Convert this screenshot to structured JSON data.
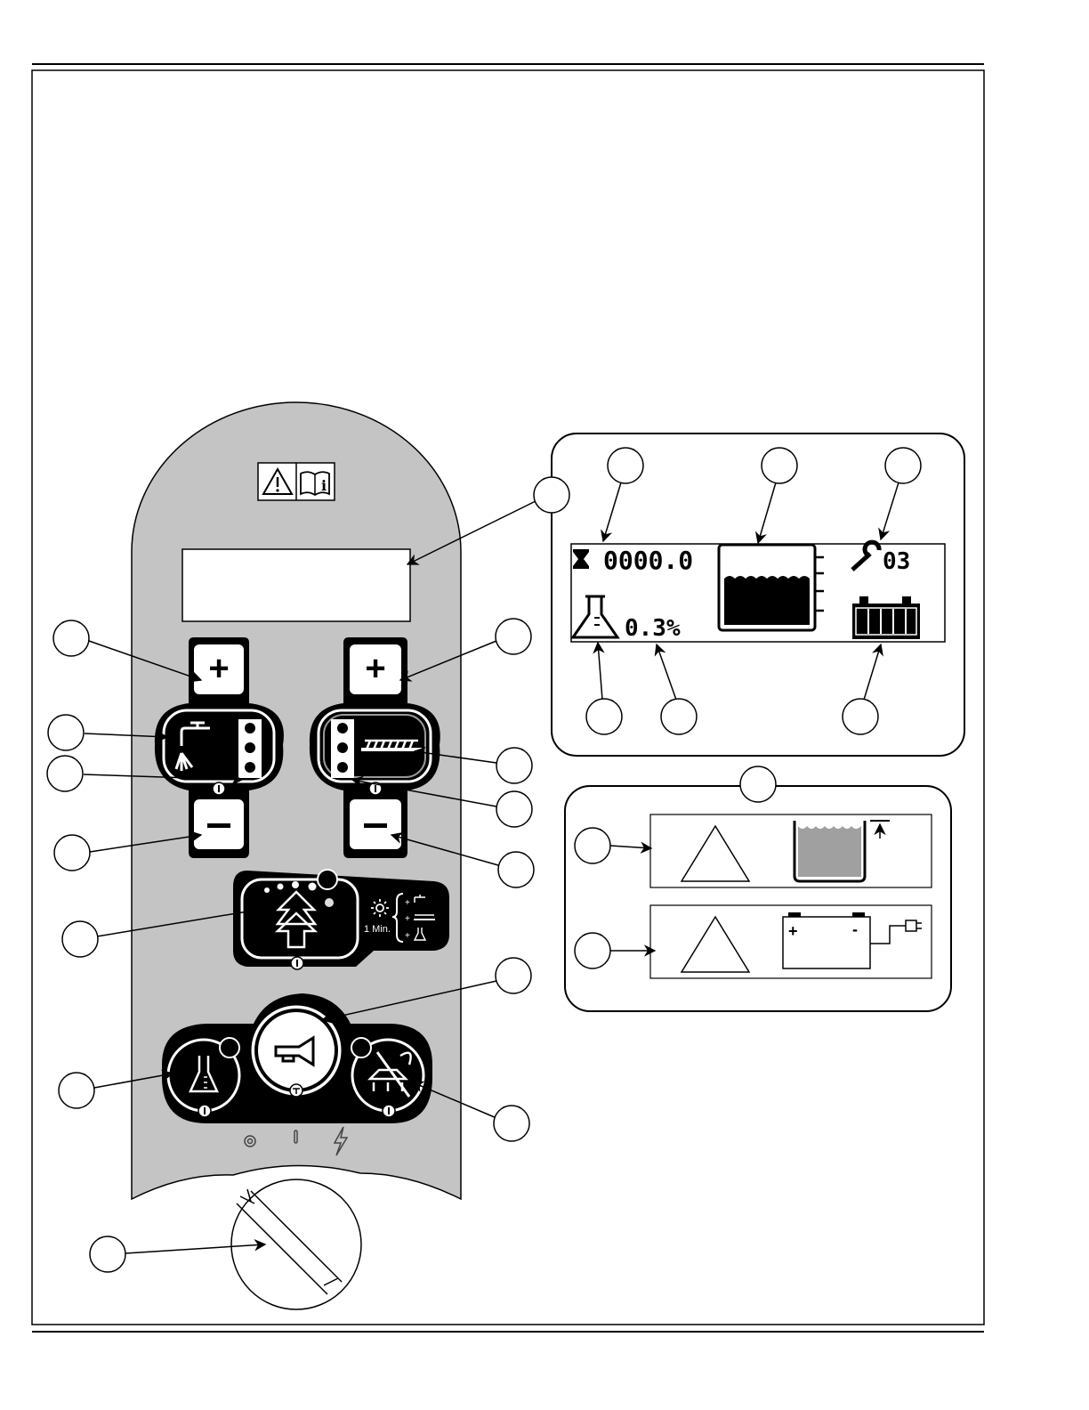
{
  "display": {
    "hour_meter": "0000.0",
    "service_code": "03",
    "detergent_percent": "0.3%"
  },
  "boost": {
    "duration_label": "1 Min."
  },
  "keyswitch": {
    "positions": [
      "off",
      "on",
      "power"
    ]
  },
  "callout_count": 24
}
